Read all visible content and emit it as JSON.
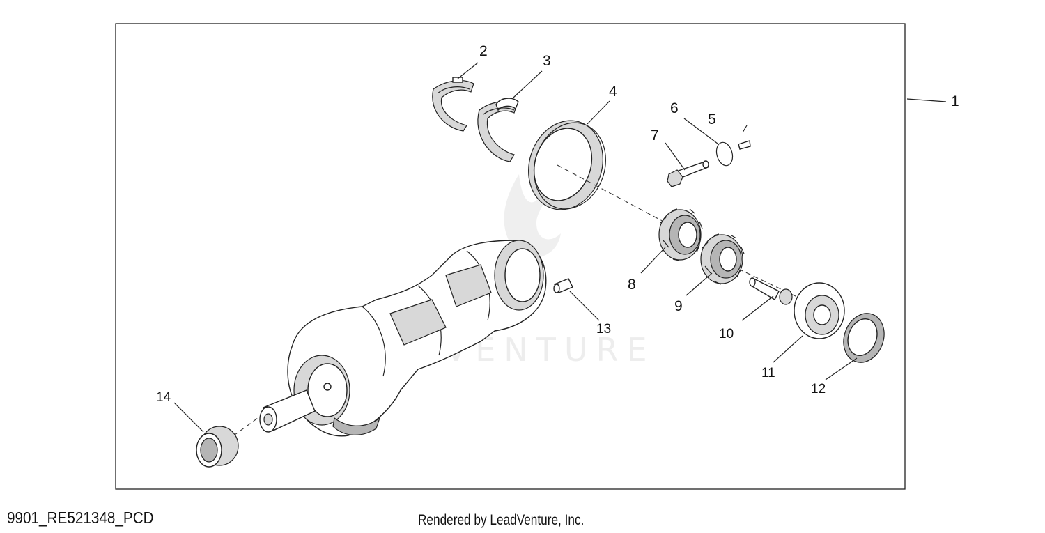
{
  "diagram": {
    "drawing_id": "9901_RE521348_PCD",
    "rendered_by": "Rendered by LeadVenture, Inc.",
    "watermark_logo": "flame-logo",
    "callouts": [
      {
        "number": "1"
      },
      {
        "number": "2"
      },
      {
        "number": "3"
      },
      {
        "number": "4"
      },
      {
        "number": "5"
      },
      {
        "number": "6"
      },
      {
        "number": "7"
      },
      {
        "number": "8"
      },
      {
        "number": "9"
      },
      {
        "number": "10"
      },
      {
        "number": "11"
      },
      {
        "number": "12"
      },
      {
        "number": "13"
      },
      {
        "number": "14"
      }
    ]
  }
}
